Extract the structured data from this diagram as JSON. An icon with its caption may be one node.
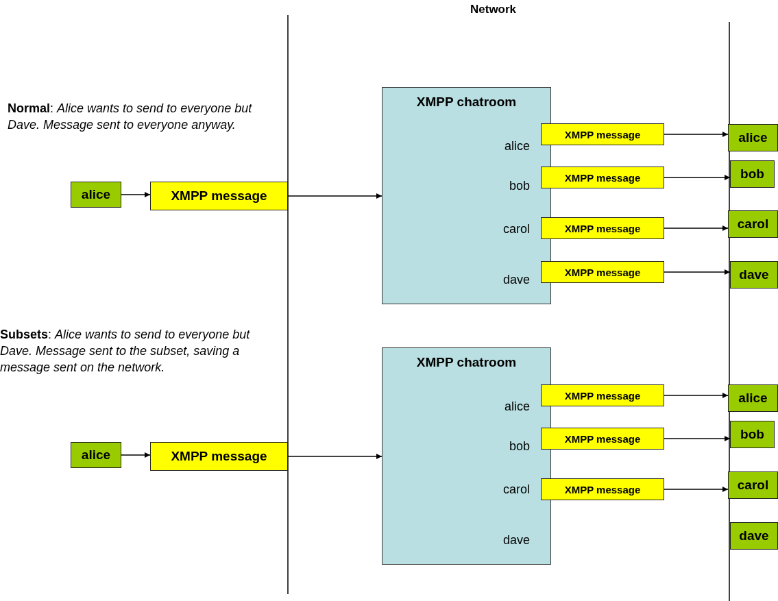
{
  "diagram": {
    "nodes": [
      {
        "text": [
          "alice"
        ]
      },
      {
        "text": [
          "XMPP message"
        ]
      },
      {
        "text": [
          "XMPP chatroom",
          "alice",
          "bob",
          "carol",
          "dave"
        ]
      },
      {
        "text": [
          "XMPP message"
        ]
      },
      {
        "text": [
          "XMPP message"
        ]
      },
      {
        "text": [
          "XMPP message"
        ]
      },
      {
        "text": [
          "XMPP message"
        ]
      },
      {
        "text": [
          "alice"
        ]
      },
      {
        "text": [
          "bob"
        ]
      },
      {
        "text": [
          "carol"
        ]
      },
      {
        "text": [
          "dave"
        ]
      },
      {
        "text": [
          "alice"
        ]
      },
      {
        "text": [
          "XMPP message"
        ]
      },
      {
        "text": [
          "XMPP chatroom",
          "alice",
          "bob",
          "carol",
          "dave"
        ]
      },
      {
        "text": [
          "XMPP message"
        ]
      },
      {
        "text": [
          "XMPP message"
        ]
      },
      {
        "text": [
          "XMPP message"
        ]
      },
      {
        "text": [
          "alice"
        ]
      },
      {
        "text": [
          "bob"
        ]
      },
      {
        "text": [
          "carol"
        ]
      },
      {
        "text": [
          "dave"
        ]
      }
    ],
    "edges": [
      {
        "from": 0,
        "to": 1,
        "arrow": "to"
      },
      {
        "from": 1,
        "to": 2,
        "arrow": "to"
      },
      {
        "from": 3,
        "to": 7,
        "arrow": "to"
      },
      {
        "from": 4,
        "to": 8,
        "arrow": "to"
      },
      {
        "from": 5,
        "to": 9,
        "arrow": "to"
      },
      {
        "from": 6,
        "to": 10,
        "arrow": "to"
      },
      {
        "from": 11,
        "to": 12,
        "arrow": "to"
      },
      {
        "from": 12,
        "to": 13,
        "arrow": "to"
      },
      {
        "from": 14,
        "to": 17,
        "arrow": "to"
      },
      {
        "from": 15,
        "to": 18,
        "arrow": "to"
      },
      {
        "from": 16,
        "to": 19,
        "arrow": "to"
      }
    ],
    "labels": [
      "Network",
      "**Normal**: *Alice wants to send to everyone  but Dave. Message sent to everyone anyway.*",
      "**Subsets**: *Alice wants to send to everyone  but Dave. Message sent to the subset, saving a message sent on the network.*"
    ]
  }
}
